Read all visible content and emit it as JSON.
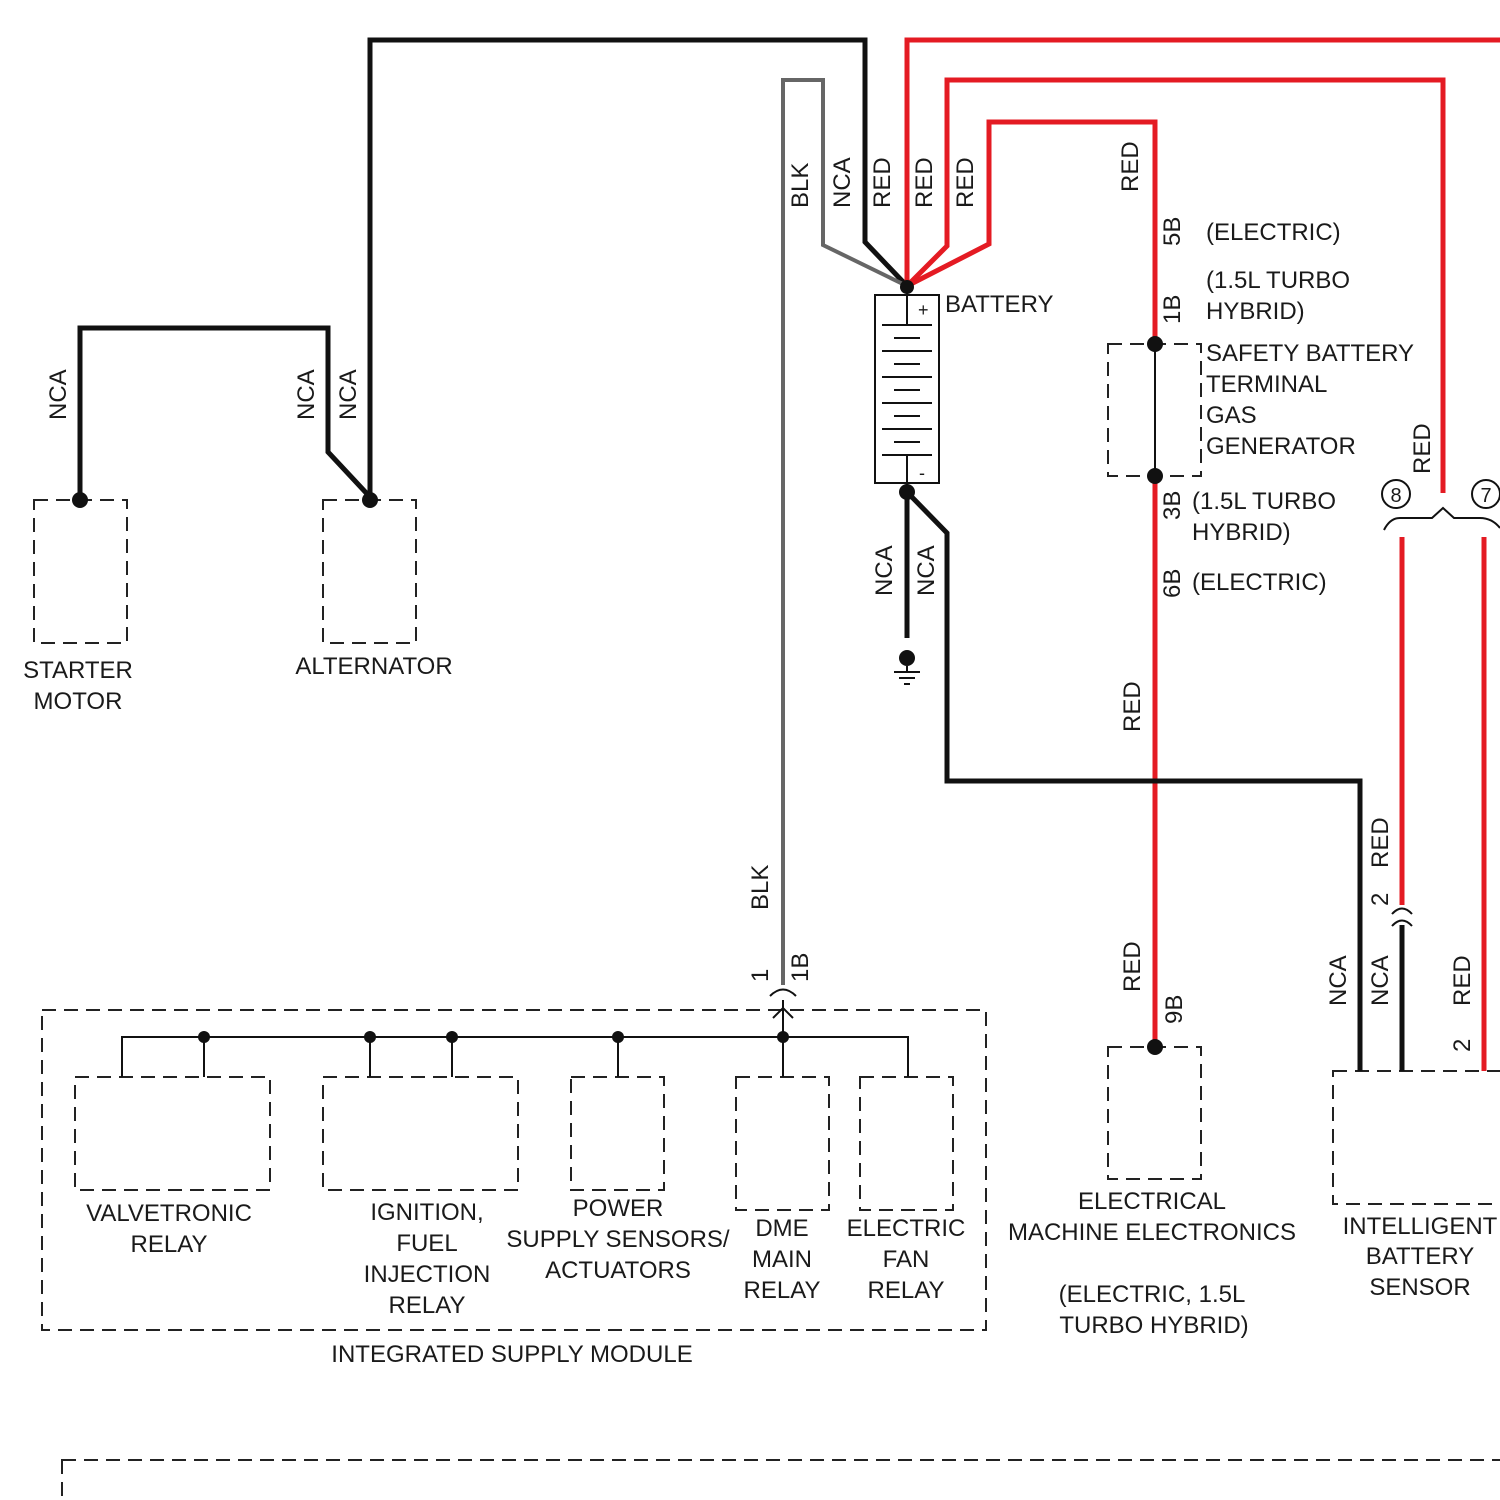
{
  "colors": {
    "black_wire": "#111111",
    "gray_wire": "#666666",
    "red_wire": "#e41b23",
    "background": "#ffffff"
  },
  "wire_labels": {
    "nca": "NCA",
    "red": "RED",
    "blk": "BLK"
  },
  "pins": {
    "p5b": "5B",
    "p1b": "1B",
    "p3b": "3B",
    "p6b": "6B",
    "p9b": "9B",
    "p1": "1",
    "p2": "2",
    "c8": "8",
    "c7": "7"
  },
  "battery": {
    "label": "BATTERY",
    "plus": "+",
    "minus": "-"
  },
  "gas_generator": {
    "notes": {
      "electric_top": "(ELECTRIC)",
      "hybrid_top": [
        "(1.5L TURBO",
        "HYBRID)"
      ],
      "hybrid_bottom": [
        "(1.5L TURBO",
        "HYBRID)"
      ],
      "electric_bottom": "(ELECTRIC)"
    },
    "label": [
      "SAFETY BATTERY",
      "TERMINAL",
      "GAS",
      "GENERATOR"
    ]
  },
  "components": {
    "starter_motor": [
      "STARTER",
      "MOTOR"
    ],
    "alternator": "ALTERNATOR",
    "valvetronic_relay": [
      "VALVETRONIC",
      "RELAY"
    ],
    "ignition_relay": [
      "IGNITION,",
      "FUEL",
      "INJECTION",
      "RELAY"
    ],
    "power_supply": [
      "POWER",
      "SUPPLY SENSORS/",
      "ACTUATORS"
    ],
    "dme_relay": [
      "DME",
      "MAIN",
      "RELAY"
    ],
    "fan_relay": [
      "ELECTRIC",
      "FAN",
      "RELAY"
    ],
    "integrated_supply_module": "INTEGRATED SUPPLY MODULE",
    "machine_electronics": [
      "ELECTRICAL",
      "MACHINE ELECTRONICS",
      "",
      "(ELECTRIC, 1.5L",
      "TURBO HYBRID)"
    ],
    "battery_sensor": [
      "INTELLIGENT",
      "BATTERY",
      "SENSOR"
    ]
  }
}
